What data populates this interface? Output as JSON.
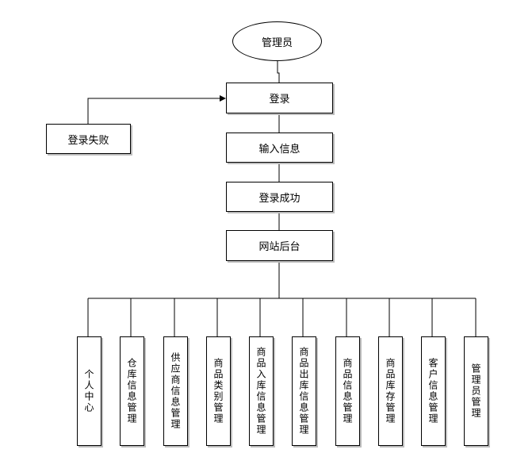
{
  "nodes": {
    "admin": "管理员",
    "login": "登录",
    "login_fail": "登录失败",
    "input_info": "输入信息",
    "login_success": "登录成功",
    "backend": "网站后台"
  },
  "modules": [
    "个人中心",
    "仓库信息管理",
    "供应商信息管理",
    "商品类别管理",
    "商品入库信息管理",
    "商品出库信息管理",
    "商品信息管理",
    "商品库存管理",
    "客户信息管理",
    "管理员管理"
  ]
}
